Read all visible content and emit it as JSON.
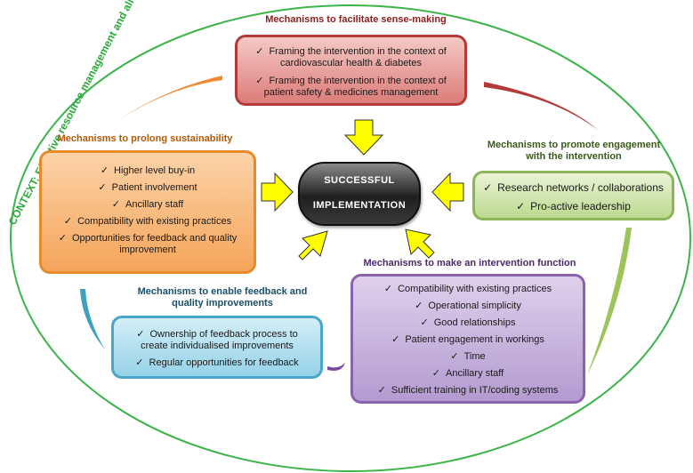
{
  "context": "CONTEXT: Effective resource management and allocation",
  "center": {
    "line1": "SUCCESSFUL",
    "line2": "IMPLEMENTATION"
  },
  "tick": "✓",
  "sense_making": {
    "heading": "Mechanisms to facilitate sense-making",
    "items": [
      [
        "Framing the intervention in the context of",
        "cardiovascular health & diabetes"
      ],
      [
        "Framing the intervention in the context of",
        "patient safety & medicines management"
      ]
    ]
  },
  "sustainability": {
    "heading": "Mechanisms to prolong sustainability",
    "items": [
      [
        "Higher level buy-in"
      ],
      [
        "Patient involvement"
      ],
      [
        "Ancillary staff"
      ],
      [
        "Compatibility with existing practices"
      ],
      [
        "Opportunities for feedback and quality",
        "improvement"
      ]
    ]
  },
  "engagement": {
    "heading_line1": "Mechanisms to promote engagement",
    "heading_line2": "with the intervention",
    "items": [
      [
        "Research networks / collaborations"
      ],
      [
        "Pro-active leadership"
      ]
    ]
  },
  "function": {
    "heading": "Mechanisms to make an intervention function",
    "items": [
      [
        "Compatibility with existing practices"
      ],
      [
        "Operational simplicity"
      ],
      [
        "Good relationships"
      ],
      [
        "Patient engagement in workings"
      ],
      [
        "Time"
      ],
      [
        "Ancillary staff"
      ],
      [
        "Sufficient training in IT/coding systems"
      ]
    ]
  },
  "feedback": {
    "heading_line1": "Mechanisms to enable feedback and",
    "heading_line2": "quality improvements",
    "items": [
      [
        "Ownership of feedback process to",
        "create individualised improvements"
      ],
      [
        "Regular opportunities for feedback"
      ]
    ]
  },
  "colors": {
    "context_ellipse": "#3cb44a",
    "arrow_fill": "#ffff00",
    "arrow_stroke": "#333333"
  }
}
